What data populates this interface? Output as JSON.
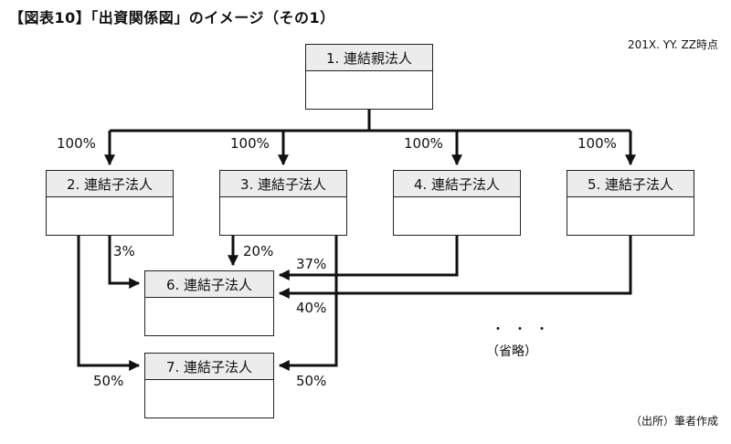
{
  "title": "【図表10】「出資関係図」のイメージ（その1）",
  "as_of": "201X. YY. ZZ時点",
  "source": "（出所）筆者作成",
  "nodes": {
    "n1": "1. 連結親法人",
    "n2": "2. 連結子法人",
    "n3": "3. 連結子法人",
    "n4": "4. 連結子法人",
    "n5": "5. 連結子法人",
    "n6": "6. 連結子法人",
    "n7": "7. 連結子法人"
  },
  "edges": {
    "p1_2": "100%",
    "p1_3": "100%",
    "p1_4": "100%",
    "p1_5": "100%",
    "p2_6": "3%",
    "p3_6": "20%",
    "p4_6": "37%",
    "p5_6": "40%",
    "p2_7": "50%",
    "p3_7": "50%"
  },
  "ellipsis": "・・・",
  "omitted": "（省略）"
}
